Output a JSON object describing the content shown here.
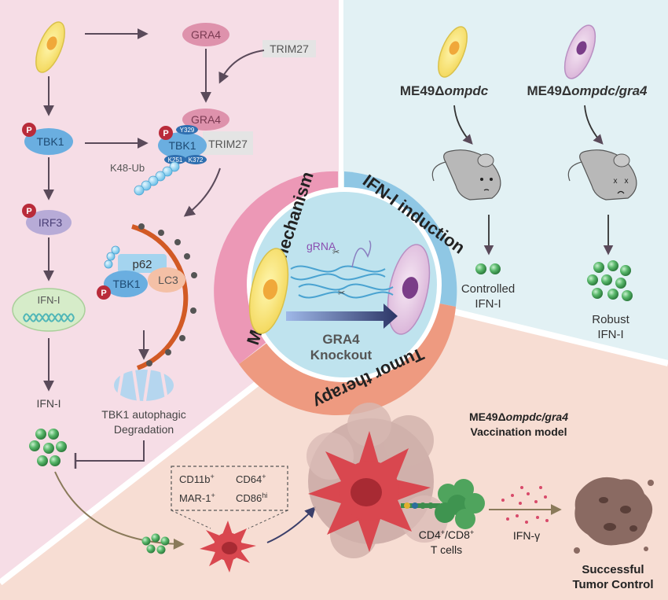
{
  "left_panel": {
    "gra4_top": "GRA4",
    "trim27_top": "TRIM27",
    "tbk1_left": "TBK1",
    "gra4_mid": "GRA4",
    "tbk1_mid": "TBK1",
    "trim27_mid": "TRIM27",
    "y329": "Y329",
    "k251": "K251",
    "k372": "K372",
    "k48ub": "K48-Ub",
    "irf3": "IRF3",
    "ifn_box": "IFN-I",
    "p62": "p62",
    "lc3": "LC3",
    "tbk1_auto": "TBK1",
    "degradation_line1": "TBK1 autophagic",
    "degradation_line2": "Degradation",
    "ifn_out": "IFN-I",
    "phospho": "P"
  },
  "right_panel": {
    "strain1_prefix": "ME49Δ",
    "strain1_italic": "ompdc",
    "strain2_prefix": "ME49Δ",
    "strain2_italic": "ompdc/gra4",
    "result1_line1": "Controlled",
    "result1_line2": "IFN-I",
    "result2_line1": "Robust",
    "result2_line2": "IFN-I"
  },
  "center": {
    "ring_left": "Molecular mechanism",
    "ring_right": "IFN-I induction",
    "ring_bottom": "Tumor therapy",
    "grna": "gRNA",
    "knockout_line1": "GRA4",
    "knockout_line2": "Knockout"
  },
  "bottom_panel": {
    "model_prefix": "ME49Δ",
    "model_italic": "ompdc/gra4",
    "model_line2": "Vaccination model",
    "markers": {
      "cd11b": "CD11b",
      "cd11b_sup": "+",
      "cd64": "CD64",
      "cd64_sup": "+",
      "mar1": "MAR-1",
      "mar1_sup": "+",
      "cd86": "CD86",
      "cd86_sup": "hi"
    },
    "tcells_a": "CD4",
    "tcells_sup1": "+",
    "tcells_b": "/CD8",
    "tcells_sup2": "+",
    "tcells_line2": "T cells",
    "ifng": "IFN-γ",
    "control_line1": "Successful",
    "control_line2": "Tumor Control"
  },
  "colors": {
    "left_bg": "#f6dde6",
    "right_bg": "#e2f1f4",
    "bottom_bg": "#f7ddd3",
    "ring_pink": "#ec98b6",
    "ring_blue": "#8fc7e4",
    "ring_salmon": "#ee9a80",
    "tbk1_blue": "#6aaee0",
    "gra4_pink": "#de92ac",
    "irf3_purple": "#b7abd7",
    "phospho_red": "#b92b3a",
    "ifn_green": "#45a85a",
    "dc_red": "#d9474f"
  }
}
